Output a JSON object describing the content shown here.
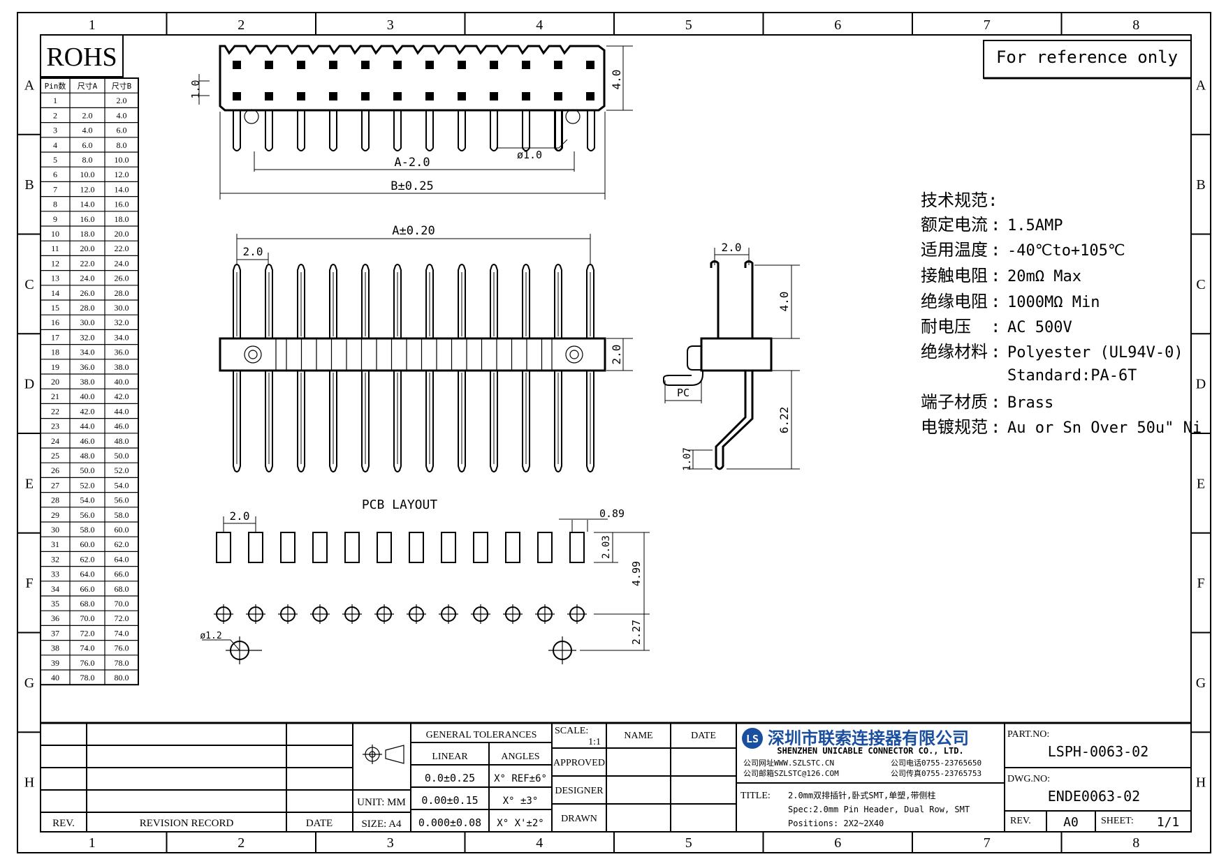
{
  "border": {
    "columns": [
      "1",
      "2",
      "3",
      "4",
      "5",
      "6",
      "7",
      "8"
    ],
    "rows": [
      "A",
      "B",
      "C",
      "D",
      "E",
      "F",
      "G",
      "H"
    ]
  },
  "rohs": "ROHS",
  "reference": "For reference only",
  "pin_table": {
    "headers": [
      "Pin数",
      "尺寸A",
      "尺寸B"
    ],
    "rows": [
      [
        "1",
        "",
        "2.0"
      ],
      [
        "2",
        "2.0",
        "4.0"
      ],
      [
        "3",
        "4.0",
        "6.0"
      ],
      [
        "4",
        "6.0",
        "8.0"
      ],
      [
        "5",
        "8.0",
        "10.0"
      ],
      [
        "6",
        "10.0",
        "12.0"
      ],
      [
        "7",
        "12.0",
        "14.0"
      ],
      [
        "8",
        "14.0",
        "16.0"
      ],
      [
        "9",
        "16.0",
        "18.0"
      ],
      [
        "10",
        "18.0",
        "20.0"
      ],
      [
        "11",
        "20.0",
        "22.0"
      ],
      [
        "12",
        "22.0",
        "24.0"
      ],
      [
        "13",
        "24.0",
        "26.0"
      ],
      [
        "14",
        "26.0",
        "28.0"
      ],
      [
        "15",
        "28.0",
        "30.0"
      ],
      [
        "16",
        "30.0",
        "32.0"
      ],
      [
        "17",
        "32.0",
        "34.0"
      ],
      [
        "18",
        "34.0",
        "36.0"
      ],
      [
        "19",
        "36.0",
        "38.0"
      ],
      [
        "20",
        "38.0",
        "40.0"
      ],
      [
        "21",
        "40.0",
        "42.0"
      ],
      [
        "22",
        "42.0",
        "44.0"
      ],
      [
        "23",
        "44.0",
        "46.0"
      ],
      [
        "24",
        "46.0",
        "48.0"
      ],
      [
        "25",
        "48.0",
        "50.0"
      ],
      [
        "26",
        "50.0",
        "52.0"
      ],
      [
        "27",
        "52.0",
        "54.0"
      ],
      [
        "28",
        "54.0",
        "56.0"
      ],
      [
        "29",
        "56.0",
        "58.0"
      ],
      [
        "30",
        "58.0",
        "60.0"
      ],
      [
        "31",
        "60.0",
        "62.0"
      ],
      [
        "32",
        "62.0",
        "64.0"
      ],
      [
        "33",
        "64.0",
        "66.0"
      ],
      [
        "34",
        "66.0",
        "68.0"
      ],
      [
        "35",
        "68.0",
        "70.0"
      ],
      [
        "36",
        "70.0",
        "72.0"
      ],
      [
        "37",
        "72.0",
        "74.0"
      ],
      [
        "38",
        "74.0",
        "76.0"
      ],
      [
        "39",
        "76.0",
        "78.0"
      ],
      [
        "40",
        "78.0",
        "80.0"
      ]
    ]
  },
  "dims": {
    "top_1_0": "1.0",
    "top_4_0": "4.0",
    "a_minus": "A-2.0",
    "phi_1_0": "ø1.0",
    "b_tol": "B±0.25",
    "a_tol": "A±0.20",
    "pitch_front": "2.0",
    "body_h": "2.0",
    "side_pitch": "2.0",
    "side_4_0": "4.0",
    "side_pc": "PC",
    "side_6_22": "6.22",
    "side_1_07": "1.07",
    "pcb_title": "PCB LAYOUT",
    "pcb_pitch": "2.0",
    "pcb_0_89": "0.89",
    "pcb_2_03": "2.03",
    "pcb_4_99": "4.99",
    "pcb_2_27": "2.27",
    "pcb_phi": "ø1.2"
  },
  "specs": {
    "heading": "技术规范:",
    "items": [
      {
        "label": "额定电流",
        "sep": ":",
        "value": "1.5AMP"
      },
      {
        "label": "适用温度",
        "sep": ":",
        "value": "-40℃to+105℃"
      },
      {
        "label": "接触电阻",
        "sep": ":",
        "value": "20mΩ Max"
      },
      {
        "label": "绝缘电阻",
        "sep": ":",
        "value": "1000MΩ Min"
      },
      {
        "label": "耐电压",
        "sep": ":",
        "value": "AC 500V"
      },
      {
        "label": "绝缘材料",
        "sep": ":",
        "value": "Polyester (UL94V-0)"
      },
      {
        "label": "",
        "sep": "",
        "value": "Standard:PA-6T"
      },
      {
        "label": "端子材质",
        "sep": ":",
        "value": "Brass"
      },
      {
        "label": "电镀规范",
        "sep": ":",
        "value": "Au or Sn Over 50u\" Ni"
      }
    ]
  },
  "title_block": {
    "rev_label": "REV.",
    "revision_record": "REVISION RECORD",
    "date_label": "DATE",
    "unit": "UNIT: MM",
    "size": "SIZE: A4",
    "general_tolerances": "GENERAL TOLERANCES",
    "linear": "LINEAR",
    "angles": "ANGLES",
    "lin_1": "0.0±0.25",
    "lin_2": "0.00±0.15",
    "lin_3": "0.000±0.08",
    "ang_1": "X° REF±6°",
    "ang_2": "X° ±3°",
    "ang_3": "X° X'±2°",
    "scale_label": "SCALE:",
    "scale_value": "1:1",
    "approved": "APPROVED",
    "designer": "DESIGNER",
    "drawn": "DRAWN",
    "name": "NAME",
    "date": "DATE",
    "company_cn": "深圳市联索连接器有限公司",
    "company_en": "SHENZHEN UNICABLE CONNECTOR CO., LTD.",
    "website": "公司网址WWW.SZLSTC.CN",
    "email": "公司邮箱SZLSTC@126.COM",
    "phone": "公司电话0755-23765650",
    "fax": "公司传真0755-23765753",
    "title_label": "TITLE:",
    "title_line1": "2.0mm双排插针,卧式SMT,单塑,带侧柱",
    "title_line2": "Spec:2.0mm Pin Header, Dual Row, SMT",
    "title_line3": "Positions: 2X2~2X40",
    "part_no_label": "PART.NO:",
    "part_no": "LSPH-0063-02",
    "dwg_no_label": "DWG.NO:",
    "dwg_no": "ENDE0063-02",
    "rev_value": "A0",
    "sheet_label": "SHEET:",
    "sheet_value": "1/1",
    "logo_text": "LS"
  }
}
